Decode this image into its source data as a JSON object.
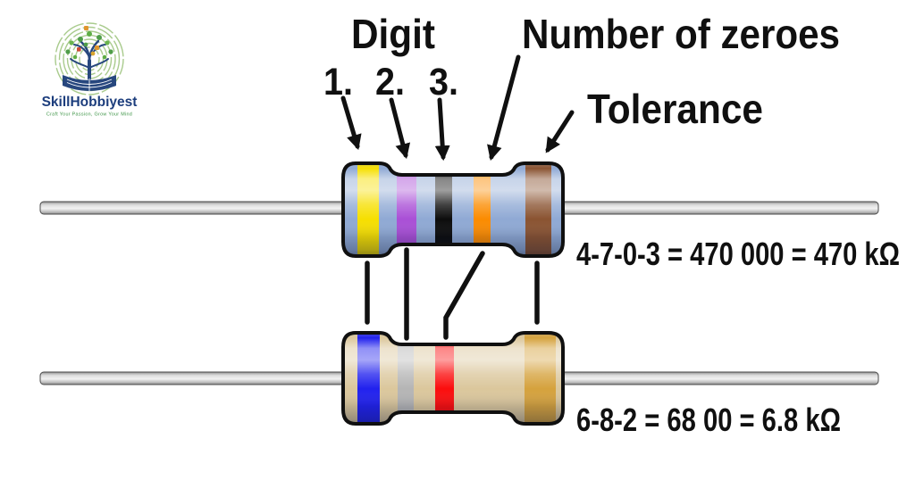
{
  "page": {
    "background": "#ffffff"
  },
  "logo": {
    "title": "SkillHobbiyest",
    "tagline": "Craft Your Passion, Grow Your Mind",
    "title_color": "#1d3e7d",
    "tagline_color": "#3f9548",
    "fingerprint_color": "#a9cb8d",
    "tree_color": "#27477e"
  },
  "annotations": {
    "digit_label": "Digit",
    "digit_numbers": [
      "1.",
      "2.",
      "3."
    ],
    "zeroes_label": "Number of zeroes",
    "tolerance_label": "Tolerance"
  },
  "resistors": [
    {
      "id": "top",
      "body_color": "#8fa9d4",
      "bands": [
        {
          "role": "digit-1",
          "color_name": "yellow",
          "hex": "#f6df00",
          "digit": "4"
        },
        {
          "role": "digit-2",
          "color_name": "violet",
          "hex": "#a94fd6",
          "digit": "7"
        },
        {
          "role": "digit-3",
          "color_name": "black",
          "hex": "#0c0c0c",
          "digit": "0"
        },
        {
          "role": "multiplier",
          "color_name": "orange",
          "hex": "#fb8b00",
          "zeroes": "3"
        },
        {
          "role": "tolerance",
          "color_name": "brown",
          "hex": "#8a5331"
        }
      ],
      "formula": "4-7-0-3 = 470 000 = 470 kΩ"
    },
    {
      "id": "bottom",
      "body_color": "#dbc79c",
      "bands": [
        {
          "role": "digit-1",
          "color_name": "blue",
          "hex": "#2121ee",
          "digit": "6"
        },
        {
          "role": "digit-2",
          "color_name": "gray",
          "hex": "#b5b5b5",
          "digit": "8"
        },
        {
          "role": "multiplier",
          "color_name": "red",
          "hex": "#fb0d0d",
          "zeroes": "2"
        },
        {
          "role": "tolerance",
          "color_name": "gold",
          "hex": "#d5a23d"
        }
      ],
      "formula": "6-8-2 = 68 00 = 6.8 kΩ"
    }
  ]
}
